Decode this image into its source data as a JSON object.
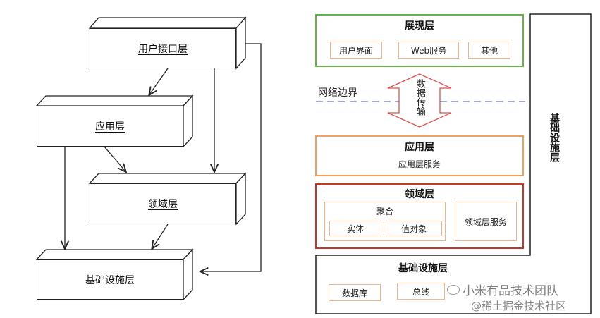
{
  "left_diagram": {
    "layers": [
      {
        "label": "用户接口层"
      },
      {
        "label": "应用层"
      },
      {
        "label": "领域层"
      },
      {
        "label": "基础设施层"
      }
    ]
  },
  "right_diagram": {
    "presentation": {
      "title": "展现层",
      "items": [
        "用户界面",
        "Web服务",
        "其他"
      ]
    },
    "network_boundary": "网络边界",
    "data_transfer": "数据传输",
    "application": {
      "title": "应用层",
      "subtitle": "应用层服务"
    },
    "domain": {
      "title": "领域层",
      "aggregate": {
        "title": "聚合",
        "items": [
          "实体",
          "值对象"
        ]
      },
      "service": "领域层服务"
    },
    "infrastructure": {
      "title": "基础设施层",
      "items": [
        "数据库",
        "总线"
      ],
      "side_label": "基础设施层"
    }
  },
  "watermark": {
    "line1": "小米有品技术团队",
    "line2": "@稀土掘金技术社区"
  },
  "colors": {
    "presentation": "#6ab04c",
    "application": "#f0a060",
    "domain": "#c0392b",
    "arrow": "#d9534f",
    "boundary": "#7a8fc8"
  }
}
